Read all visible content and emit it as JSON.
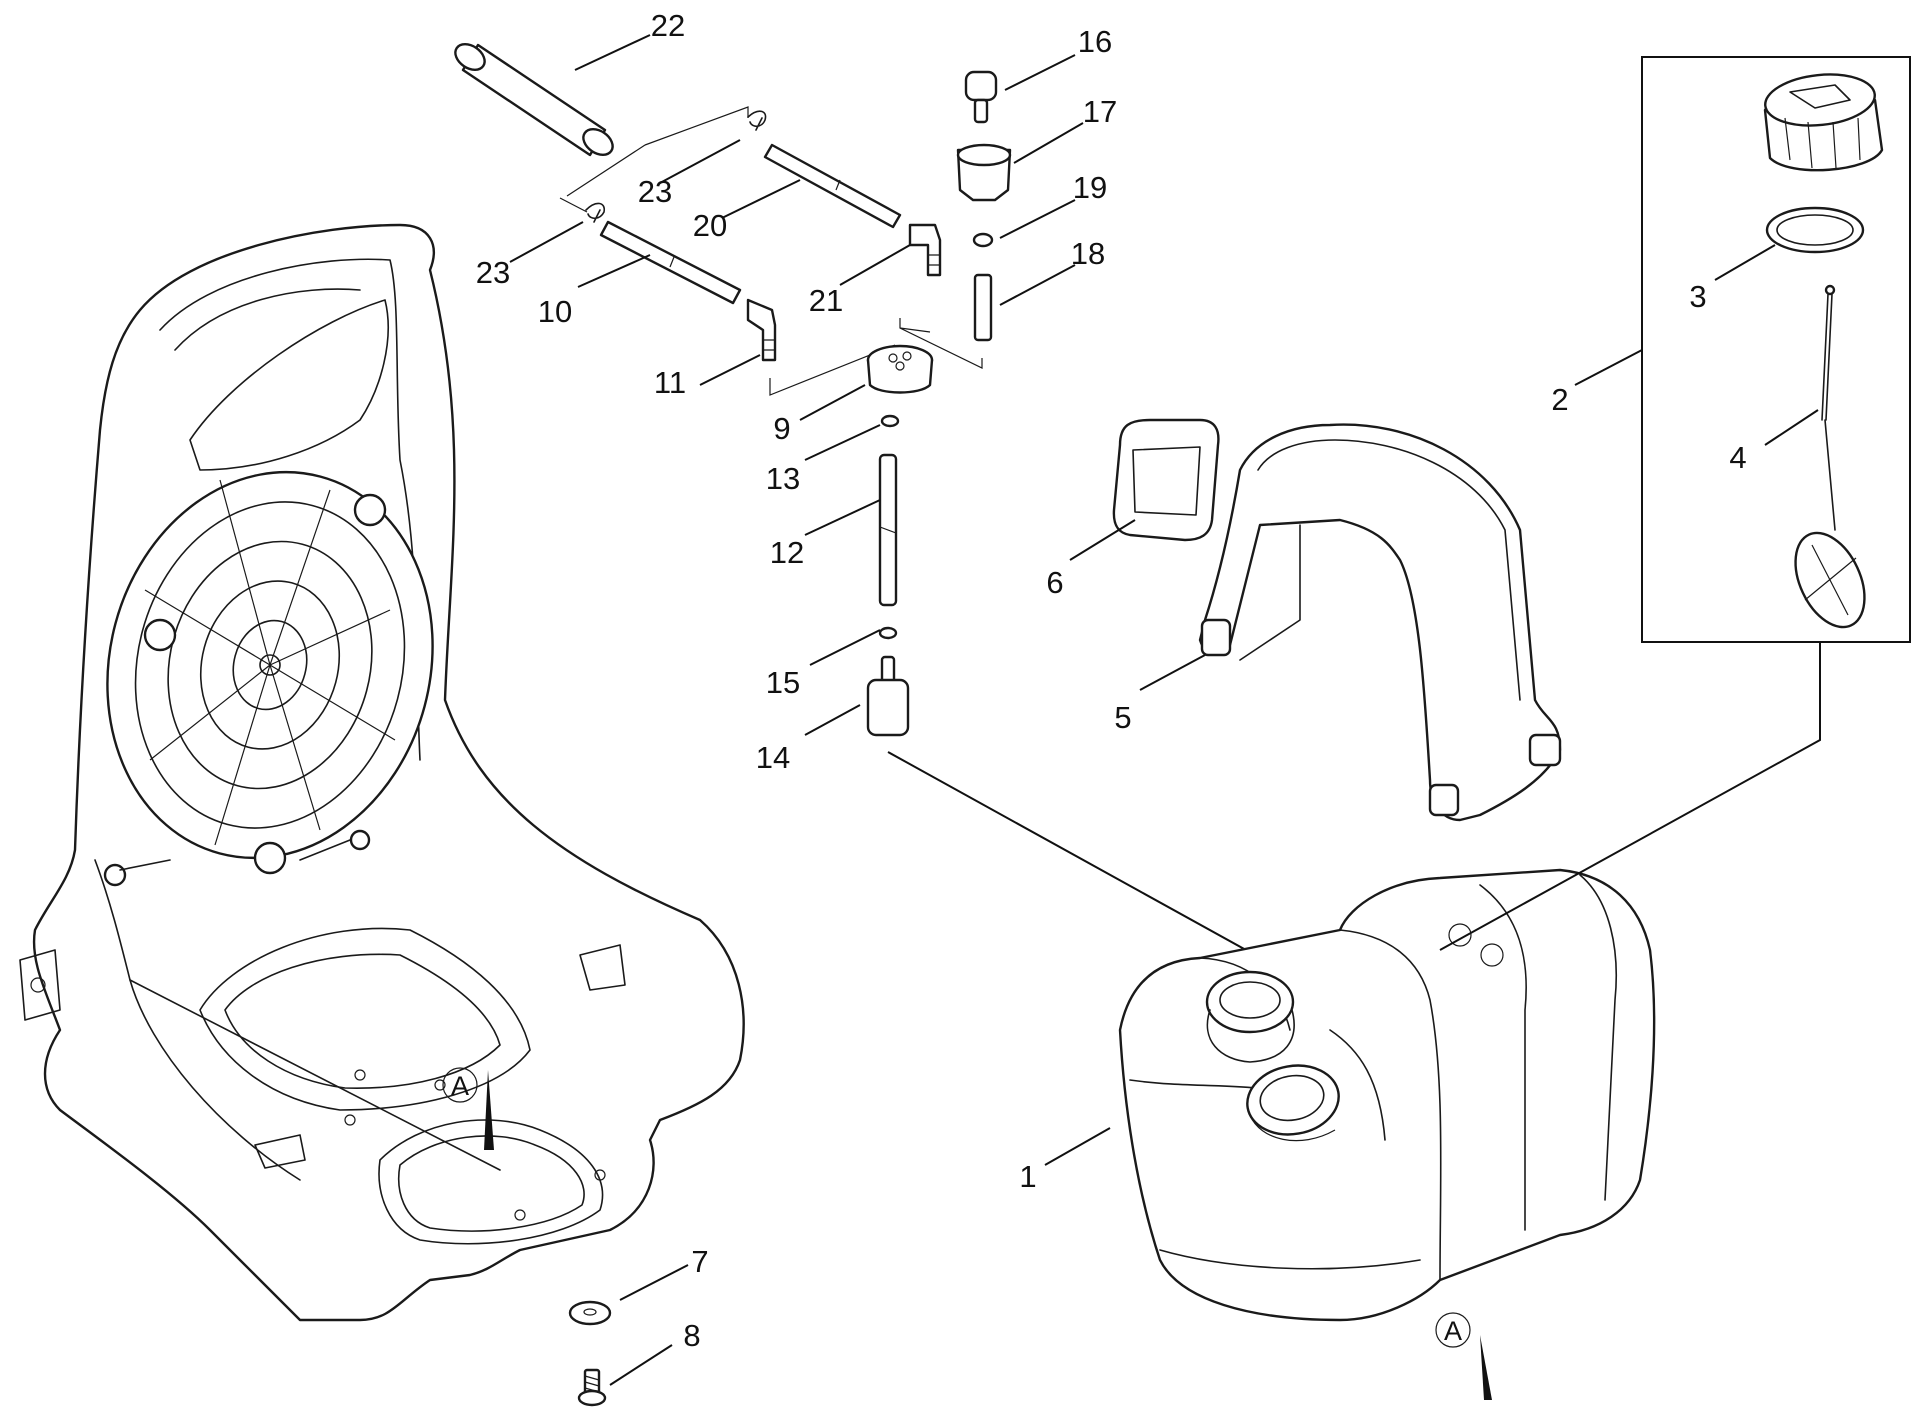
{
  "callouts": [
    {
      "id": "c22",
      "text": "22"
    },
    {
      "id": "c16",
      "text": "16"
    },
    {
      "id": "c17",
      "text": "17"
    },
    {
      "id": "c19",
      "text": "19"
    },
    {
      "id": "c18",
      "text": "18"
    },
    {
      "id": "c23a",
      "text": "23"
    },
    {
      "id": "c23b",
      "text": "23"
    },
    {
      "id": "c20",
      "text": "20"
    },
    {
      "id": "c10",
      "text": "10"
    },
    {
      "id": "c21",
      "text": "21"
    },
    {
      "id": "c11",
      "text": "11"
    },
    {
      "id": "c9",
      "text": "9"
    },
    {
      "id": "c13",
      "text": "13"
    },
    {
      "id": "c12",
      "text": "12"
    },
    {
      "id": "c15",
      "text": "15"
    },
    {
      "id": "c14",
      "text": "14"
    },
    {
      "id": "c6",
      "text": "6"
    },
    {
      "id": "c5",
      "text": "5"
    },
    {
      "id": "c3",
      "text": "3"
    },
    {
      "id": "c2",
      "text": "2"
    },
    {
      "id": "c4",
      "text": "4"
    },
    {
      "id": "c1",
      "text": "1"
    },
    {
      "id": "c7",
      "text": "7"
    },
    {
      "id": "c8",
      "text": "8"
    }
  ],
  "view_markers": [
    {
      "id": "vA1",
      "text": "A"
    },
    {
      "id": "vA2",
      "text": "A"
    }
  ]
}
